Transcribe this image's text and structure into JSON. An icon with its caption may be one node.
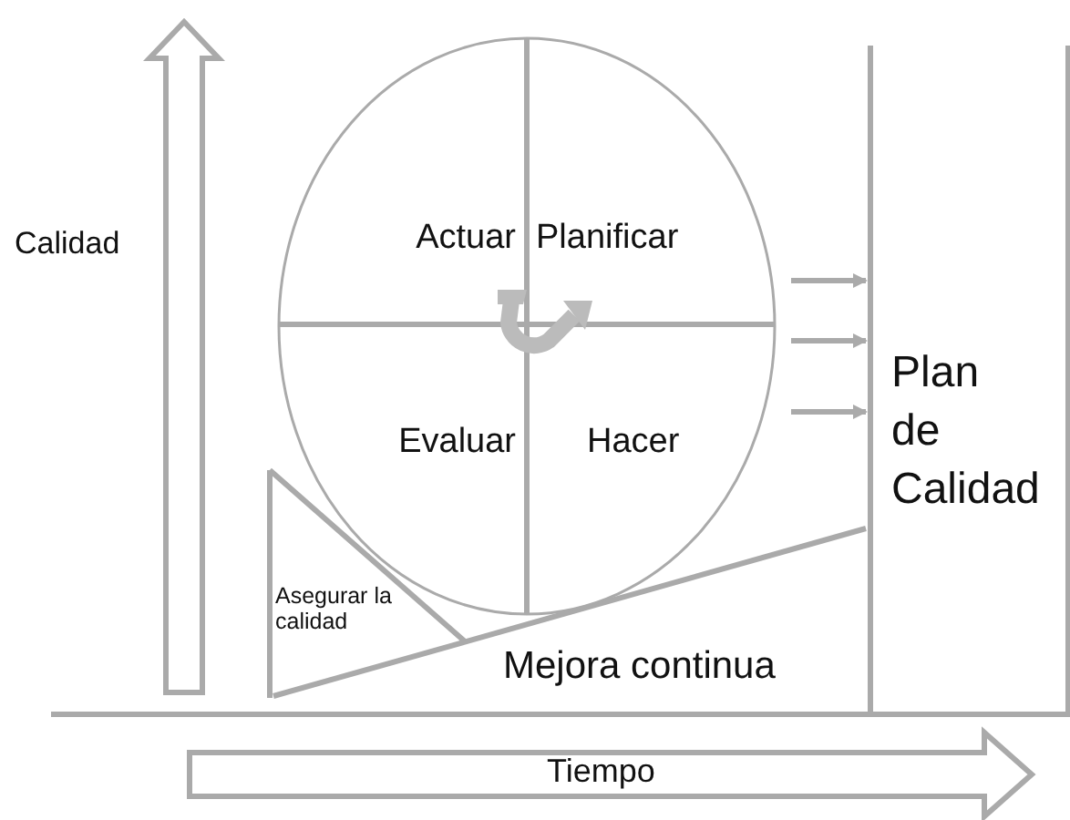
{
  "diagram": {
    "nodes": [
      {
        "text": [
          "Actuar",
          "Planificar",
          "Evaluar",
          "Hacer"
        ]
      },
      {
        "text": [
          "Asegurar la calidad"
        ]
      },
      {
        "text": [
          "Plan de Calidad"
        ]
      }
    ],
    "edges": [
      {
        "from": 0,
        "to": 2,
        "arrow": "to"
      },
      {
        "from": 0,
        "to": 2,
        "arrow": "to"
      },
      {
        "from": 0,
        "to": 2,
        "arrow": "to"
      }
    ],
    "labels": [
      "Calidad",
      "Mejora continua",
      "Tiempo"
    ]
  }
}
